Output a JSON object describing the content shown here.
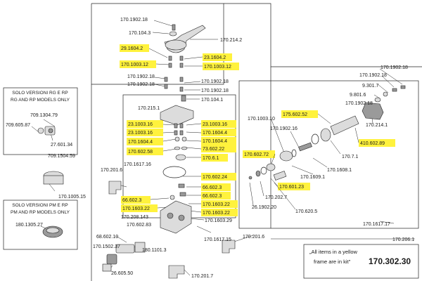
{
  "labels": {
    "p_170_1902_18_top": "170.1902.18",
    "p_170_104_3": "170.104.3",
    "p_170_214_2": "170.214.2",
    "p_29_1604_2": "29.1604.2",
    "p_23_1604_2": "23.1604.2",
    "p_170_1003_12_l": "170.1003.12",
    "p_170_1003_12_r": "170.1003.12",
    "p_170_1902_18_a": "170.1902.18",
    "p_170_1902_18_b": "170.1902.18",
    "p_170_1902_18_c": "170.1902.18",
    "p_170_1902_18_d": "170.1902.18",
    "p_170_104_1": "170.104.1",
    "p_170_215_1": "170.215.1",
    "p_23_1003_16_l1": "23.1003.16",
    "p_23_1003_16_r": "23.1003.16",
    "p_23_1003_16_l2": "23.1003.16",
    "p_170_1604_4_r1": "170.1604.4",
    "p_170_1604_4_l": "170.1604.4",
    "p_170_1604_4_r2": "170.1604.4",
    "p_170_602_58": "170.602.58",
    "p_73_602_22": "73.602.22",
    "p_170_6_1": "170.6.1",
    "p_170_1617_16": "170.1617.16",
    "p_170_201_6_a": "170.201.6",
    "p_170_602_24": "170.602.24",
    "p_66_602_3_l": "66.602.3",
    "p_66_602_3_r1": "66.602.3",
    "p_66_602_3_r2": "66.602.3",
    "p_170_1603_22_l": "170.1603.22",
    "p_170_1603_22_r1": "170.1603.22",
    "p_170_1603_22_r2": "170.1603.22",
    "p_170_208_143": "170.208.143",
    "p_170_1603_29": "170.1603.29",
    "p_170_602_83": "170.602.83",
    "p_170_1617_15": "170.1617.15",
    "p_170_1902_18_r1": "170.1902.18",
    "p_170_1902_18_r2": "170.1902.18",
    "p_170_1902_18_r3": "170.1902.18",
    "p_9_301_7": "9.301.7",
    "p_9_801_6": "9.801.6",
    "p_170_214_1": "170.214.1",
    "p_175_602_52": "175.602.52",
    "p_410_602_89": "410.602.89",
    "p_170_1003_10": "170.1003.10",
    "p_170_1902_16": "170.1902.16",
    "p_170_7_1": "170.7.1",
    "p_170_602_72": "170.602.72",
    "p_170_1609_1": "170.1609.1",
    "p_170_1608_1": "170.1608.1",
    "p_170_601_23": "170.601.23",
    "p_170_202_7": "170.202.7",
    "p_26_1902_20": "26.1902.20",
    "p_170_620_5": "170.620.5",
    "p_170_1617_17": "170.1617.17",
    "p_170_201_6_b": "170.201.6",
    "p_170_206_1": "170.206.1",
    "p_68_602_10": "68.602.10",
    "p_170_1502_37": "170.1502.37",
    "p_180_1101_3": "180.1101.3",
    "p_26_605_50": "26.605.50",
    "p_170_201_7": "170.201.7",
    "p_709_1304_79": "709.1304.79",
    "p_709_605_87": "709.605.87",
    "p_27_601_34": "27.601.34",
    "p_709_1504_59": "709.1504.59",
    "p_170_1005_15": "170.1005.15",
    "p_180_1305_27": "180.1305.27"
  },
  "notes": {
    "rg_rp_line1": "SOLO VERSIONI RG E RP",
    "rg_rp_line2": "RG AND RP MODELS ONLY",
    "pm_rp_line1": "SOLO VERSIONI PM E RP",
    "pm_rp_line2": "PM AND RP MODELS ONLY"
  },
  "legend": {
    "line1": "„All items in a yellow",
    "line2": "frame are in kit\"",
    "kit_code": "170.302.30"
  },
  "colors": {
    "kit_highlight": "#fff23d"
  }
}
